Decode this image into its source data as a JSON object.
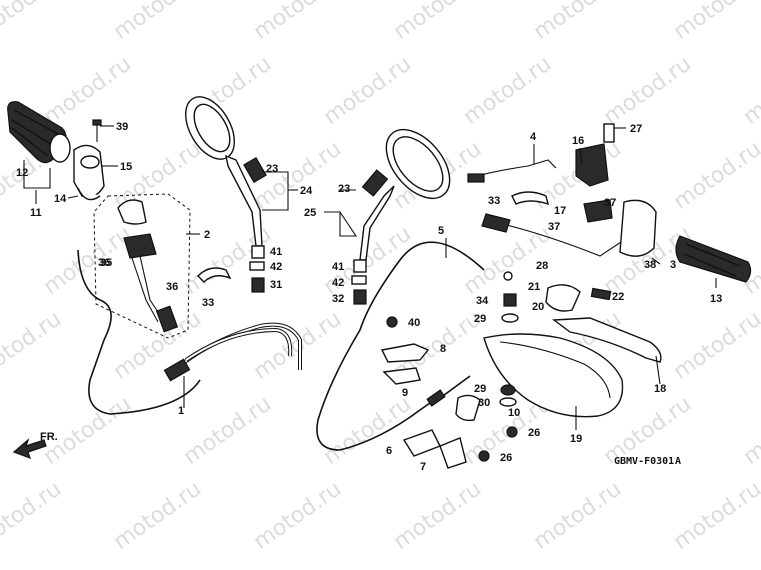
{
  "watermark": "motod.ru",
  "diagram_code": "GBMV-F0301",
  "diagram_code_suffix": "A",
  "direction_label": "FR.",
  "callouts": [
    "39",
    "15",
    "12",
    "11",
    "14",
    "2",
    "36",
    "36",
    "33",
    "24",
    "23",
    "41",
    "42",
    "31",
    "23",
    "25",
    "41",
    "42",
    "32",
    "5",
    "4",
    "16",
    "27",
    "33",
    "17",
    "37",
    "37",
    "28",
    "38",
    "3",
    "13",
    "21",
    "22",
    "20",
    "34",
    "29",
    "40",
    "8",
    "9",
    "29",
    "30",
    "10",
    "26",
    "26",
    "7",
    "6",
    "19",
    "18",
    "1",
    "35"
  ]
}
